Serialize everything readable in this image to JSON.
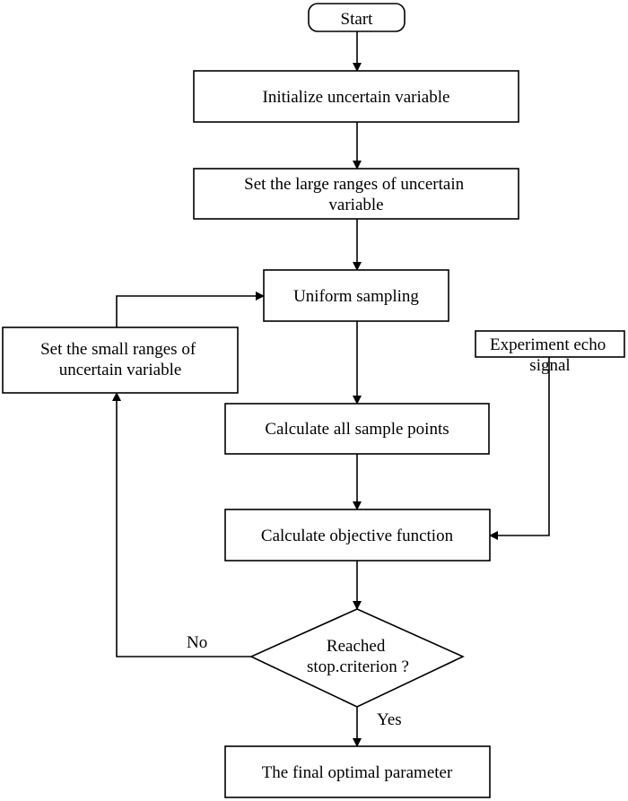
{
  "nodes": {
    "start": {
      "lines": [
        "Start"
      ]
    },
    "init": {
      "lines": [
        "Initialize uncertain variable"
      ]
    },
    "large_ranges": {
      "lines": [
        "Set the large ranges of uncertain",
        "variable"
      ]
    },
    "uniform_sampling": {
      "lines": [
        "Uniform sampling"
      ]
    },
    "small_ranges": {
      "lines": [
        "Set the small ranges of",
        "uncertain variable"
      ]
    },
    "experiment": {
      "lines": [
        "Experiment echo",
        "signal"
      ]
    },
    "calc_samples": {
      "lines": [
        "Calculate all sample points"
      ]
    },
    "calc_objective": {
      "lines": [
        "Calculate objective function"
      ]
    },
    "decision": {
      "lines": [
        "Reached",
        "stop.criterion ?"
      ]
    },
    "final": {
      "lines": [
        "The final optimal parameter"
      ]
    }
  },
  "edges": {
    "no_label": "No",
    "yes_label": "Yes"
  }
}
